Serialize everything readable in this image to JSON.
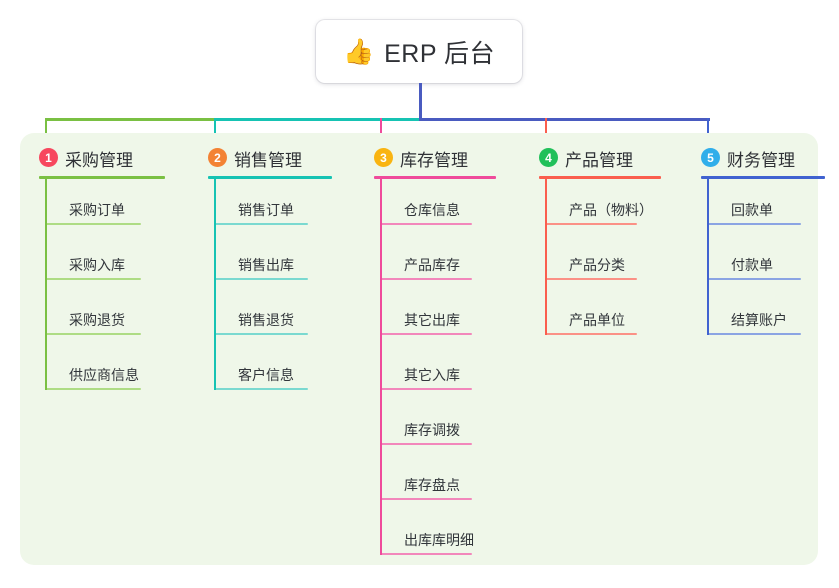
{
  "root": {
    "emoji": "👍",
    "emoji_name": "thumbs-up-emoji",
    "label": "ERP 后台"
  },
  "canvas": {
    "background": "#ffffff",
    "panel_background": "#eff7e9"
  },
  "branches": [
    {
      "index": "1",
      "title": "采购管理",
      "color": "#7ac043",
      "line_color": "#7ac043",
      "sub_line_color": "#aedc84",
      "badge_color": "#f7475e",
      "items": [
        "采购订单",
        "采购入库",
        "采购退货",
        "供应商信息"
      ]
    },
    {
      "index": "2",
      "title": "销售管理",
      "color": "#16c3b3",
      "line_color": "#16c3b3",
      "sub_line_color": "#7ad9d0",
      "badge_color": "#f38234",
      "items": [
        "销售订单",
        "销售出库",
        "销售退货",
        "客户信息"
      ]
    },
    {
      "index": "3",
      "title": "库存管理",
      "color": "#ef4b9b",
      "line_color": "#ef4b9b",
      "sub_line_color": "#f287bb",
      "badge_color": "#f9b411",
      "items": [
        "仓库信息",
        "产品库存",
        "其它出库",
        "其它入库",
        "库存调拨",
        "库存盘点",
        "出库库明细"
      ]
    },
    {
      "index": "4",
      "title": "产品管理",
      "color": "#fa5e4e",
      "line_color": "#fa5e4e",
      "sub_line_color": "#fb9186",
      "badge_color": "#21c05a",
      "items": [
        "产品（物料）",
        "产品分类",
        "产品单位"
      ]
    },
    {
      "index": "5",
      "title": "财务管理",
      "color": "#4062d0",
      "line_color": "#4062d0",
      "sub_line_color": "#8ba4e3",
      "badge_color": "#30aeea",
      "items": [
        "回款单",
        "付款单",
        "结算账户"
      ]
    }
  ],
  "connectors": {
    "root_stem_color": "#4a5bc0",
    "bus_segments": [
      {
        "color": "#7ac043"
      },
      {
        "color": "#16c3b3"
      },
      {
        "color": "#4a5bc0"
      },
      {
        "color": "#4a5bc0"
      }
    ]
  }
}
